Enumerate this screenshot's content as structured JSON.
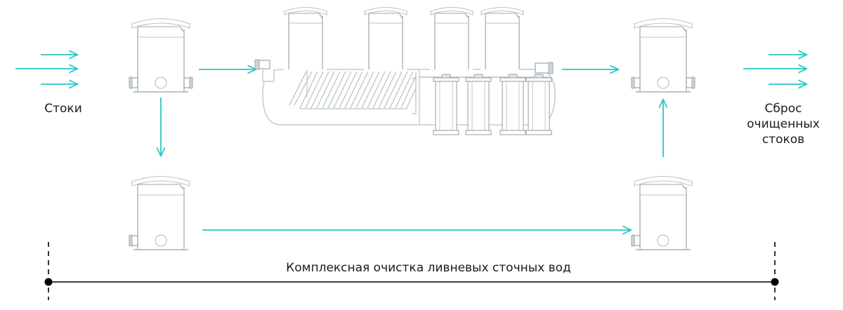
{
  "diagram": {
    "title": "Комплексная очистка ливневых сточных вод",
    "labels": {
      "inflow": "Стоки",
      "outflow": "Сброс\nочищенных\nстоков",
      "caption": "Комплексная очистка ливневых сточных вод"
    },
    "colors": {
      "flow_arrow": "#29c6c6",
      "equipment_outline": "#9aa7ae",
      "equipment_outline_light": "#b9c3c9",
      "text": "#1b1b1b",
      "dimension_line": "#000000",
      "background": "#ffffff"
    },
    "flow_arrows": {
      "inlet_stream_count": 3,
      "outlet_stream_count": 3,
      "inlet_to_tank1": 1,
      "tank1_down": 1,
      "tank_bottom_left_to_right": 1,
      "tank_bottom_right_up": 1,
      "separator_to_tank4": 1
    },
    "equipment": [
      {
        "id": "tank-1",
        "name": "vertical-tank-top-left",
        "position": "top-left",
        "nozzles": 2,
        "manhole": true
      },
      {
        "id": "separator",
        "name": "horizontal-separator-tank",
        "position": "center",
        "risers": 4,
        "lamella_plate_count": 26,
        "filter_cartridge_count": 4,
        "inlet_nozzle": true,
        "outlet_nozzle": true
      },
      {
        "id": "tank-4",
        "name": "vertical-tank-top-right",
        "position": "top-right",
        "nozzles": 2,
        "manhole": false
      },
      {
        "id": "tank-2",
        "name": "vertical-tank-bottom-left",
        "position": "bottom-left",
        "nozzles": 1,
        "manhole": true
      },
      {
        "id": "tank-3",
        "name": "vertical-tank-bottom-right",
        "position": "bottom-right",
        "nozzles": 1,
        "manhole": true
      }
    ],
    "dimension": {
      "span_label": "Комплексная очистка ливневых сточных вод",
      "left_marker": "dot",
      "right_marker": "dot",
      "extension_style": "dashed"
    }
  }
}
